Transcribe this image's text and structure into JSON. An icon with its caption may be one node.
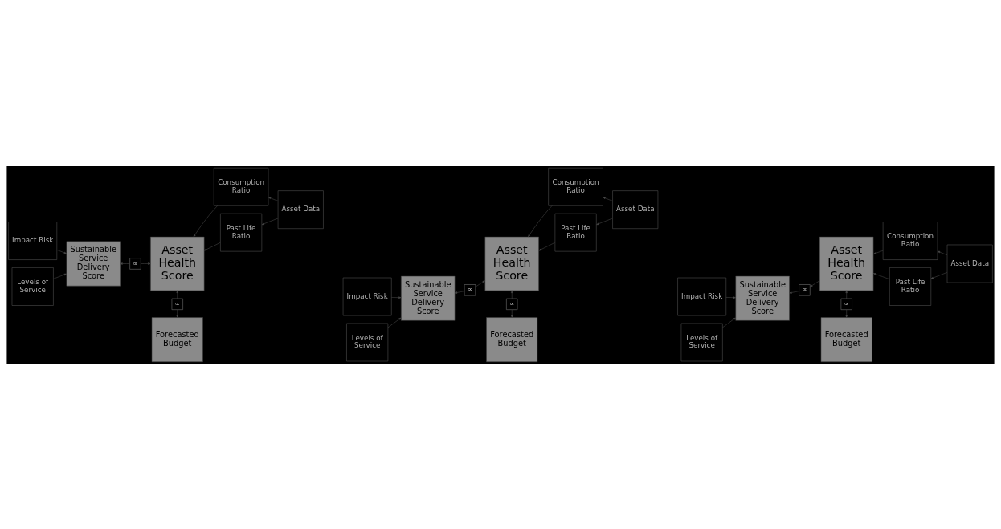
{
  "diagram": {
    "nodes": [
      {
        "text": [
          "Impact Risk"
        ]
      },
      {
        "text": [
          "Levels of Service"
        ]
      },
      {
        "text": [
          "Sustainable Service Delivery Score"
        ]
      },
      {
        "text": [
          "∝"
        ]
      },
      {
        "text": [
          "Asset Health Score"
        ]
      },
      {
        "text": [
          "∝"
        ]
      },
      {
        "text": [
          "Forecasted Budget"
        ]
      },
      {
        "text": [
          "Consumption Ratio"
        ]
      },
      {
        "text": [
          "Past Life Ratio"
        ]
      },
      {
        "text": [
          "Asset Data"
        ]
      },
      {
        "text": [
          "Impact Risk"
        ]
      },
      {
        "text": [
          "Levels of Service"
        ]
      },
      {
        "text": [
          "Sustainable Service Delivery Score"
        ]
      },
      {
        "text": [
          "∝"
        ]
      },
      {
        "text": [
          "Asset Health Score"
        ]
      },
      {
        "text": [
          "∝"
        ]
      },
      {
        "text": [
          "Forecasted Budget"
        ]
      },
      {
        "text": [
          "Consumption Ratio"
        ]
      },
      {
        "text": [
          "Past Life Ratio"
        ]
      },
      {
        "text": [
          "Asset Data"
        ]
      },
      {
        "text": [
          "Impact Risk"
        ]
      },
      {
        "text": [
          "Levels of Service"
        ]
      },
      {
        "text": [
          "Sustainable Service Delivery Score"
        ]
      },
      {
        "text": [
          "∝"
        ]
      },
      {
        "text": [
          "Asset Health Score"
        ]
      },
      {
        "text": [
          "∝"
        ]
      },
      {
        "text": [
          "Forecasted Budget"
        ]
      },
      {
        "text": [
          "Consumption Ratio"
        ]
      },
      {
        "text": [
          "Past Life Ratio"
        ]
      },
      {
        "text": [
          "Asset Data"
        ]
      }
    ],
    "edges": [
      {
        "from": 0,
        "to": 2,
        "arrow": "to"
      },
      {
        "from": 1,
        "to": 2,
        "arrow": "to"
      },
      {
        "from": 3,
        "to": 2,
        "arrow": "to"
      },
      {
        "from": 3,
        "to": 4,
        "arrow": "to"
      },
      {
        "from": 5,
        "to": 4,
        "arrow": "to"
      },
      {
        "from": 5,
        "to": 6,
        "arrow": "to"
      },
      {
        "from": 7,
        "to": 4,
        "arrow": "to"
      },
      {
        "from": 8,
        "to": 4,
        "arrow": "to"
      },
      {
        "from": 9,
        "to": 7,
        "arrow": "to"
      },
      {
        "from": 9,
        "to": 8,
        "arrow": "to"
      },
      {
        "from": 10,
        "to": 12,
        "arrow": "to"
      },
      {
        "from": 11,
        "to": 12,
        "arrow": "to"
      },
      {
        "from": 13,
        "to": 12,
        "arrow": "to"
      },
      {
        "from": 13,
        "to": 14,
        "arrow": "to"
      },
      {
        "from": 15,
        "to": 14,
        "arrow": "to"
      },
      {
        "from": 15,
        "to": 16,
        "arrow": "to"
      },
      {
        "from": 17,
        "to": 14,
        "arrow": "to"
      },
      {
        "from": 18,
        "to": 14,
        "arrow": "to"
      },
      {
        "from": 19,
        "to": 17,
        "arrow": "to"
      },
      {
        "from": 19,
        "to": 18,
        "arrow": "to"
      },
      {
        "from": 20,
        "to": 22,
        "arrow": "to"
      },
      {
        "from": 21,
        "to": 22,
        "arrow": "to"
      },
      {
        "from": 23,
        "to": 22,
        "arrow": "to"
      },
      {
        "from": 24,
        "to": 23,
        "arrow": "to"
      },
      {
        "from": 25,
        "to": 24,
        "arrow": "to"
      },
      {
        "from": 25,
        "to": 26,
        "arrow": "to"
      },
      {
        "from": 27,
        "to": 24,
        "arrow": "to"
      },
      {
        "from": 28,
        "to": 24,
        "arrow": "to"
      },
      {
        "from": 29,
        "to": 27,
        "arrow": "to"
      },
      {
        "from": 29,
        "to": 28,
        "arrow": "to"
      }
    ]
  }
}
